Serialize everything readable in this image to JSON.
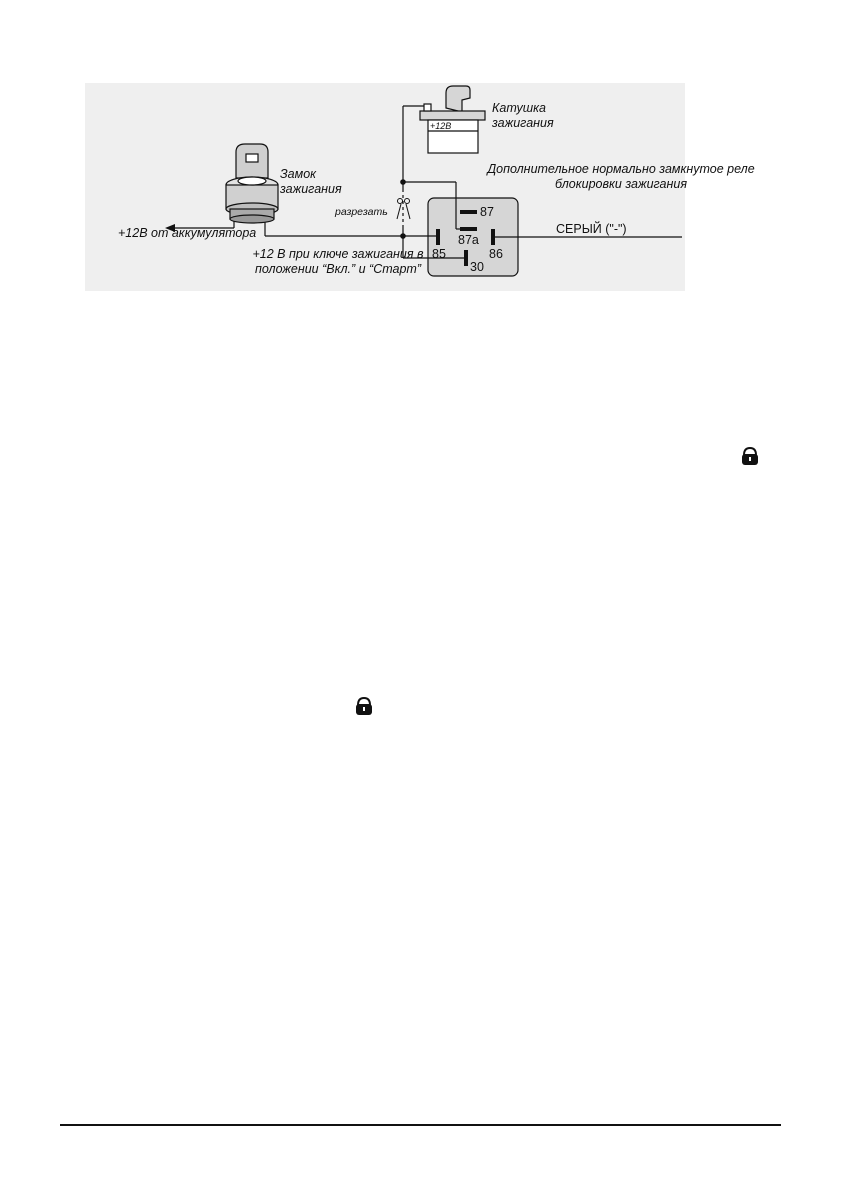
{
  "diagram": {
    "labels": {
      "battery": "+12В от аккумулятора",
      "ignition_lock": "Замок зажигания",
      "ignition_coil": "Катушка зажигания",
      "coil_terminal": "+12В",
      "relay_title": "Дополнительное нормально замкнутое реле блокировки зажигания",
      "cut": "разрезать",
      "key_on": "+12 В при ключе зажигания в положении “Вкл.” и “Старт”",
      "gray_wire": "СЕРЫЙ (\"-\")"
    },
    "relay_pins": {
      "p87": "87",
      "p87a": "87a",
      "p85": "85",
      "p86": "86",
      "p30": "30"
    }
  }
}
